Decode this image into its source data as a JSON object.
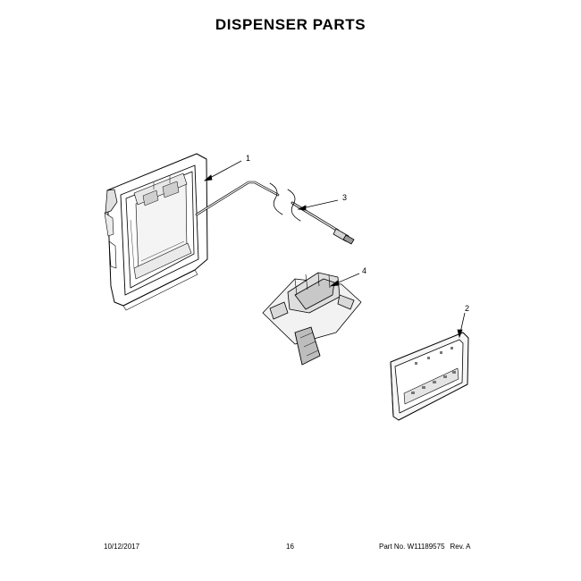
{
  "page": {
    "title": "DISPENSER PARTS"
  },
  "callouts": [
    {
      "label": "1"
    },
    {
      "label": "2"
    },
    {
      "label": "3"
    },
    {
      "label": "4"
    }
  ],
  "footer": {
    "date": "10/12/2017",
    "page_number": "16",
    "part_no": "Part No. W11189575",
    "revision": "Rev. A"
  }
}
